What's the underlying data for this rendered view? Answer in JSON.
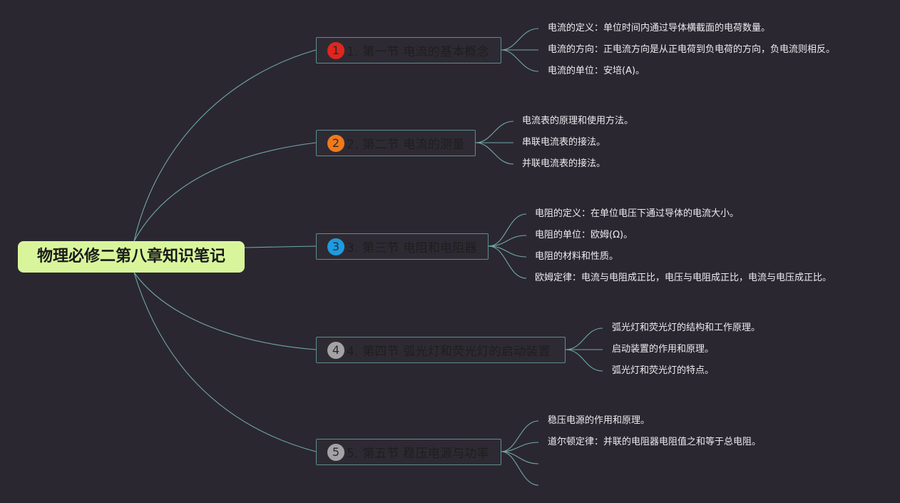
{
  "colors": {
    "background": "#2b2731",
    "root_fill": "#d9f59c",
    "connector": "#6fa9a6",
    "topic_border": "#5b8f8d"
  },
  "root": {
    "label": "物理必修二第八章知识笔记"
  },
  "topics": [
    {
      "badge": "1",
      "badge_color": "#e0261d",
      "label": "1. 第一节 电流的基本概念",
      "leaves": [
        "电流的定义：单位时间内通过导体横截面的电荷数量。",
        "电流的方向：正电流方向是从正电荷到负电荷的方向，负电流则相反。",
        "电流的单位：安培(A)。"
      ]
    },
    {
      "badge": "2",
      "badge_color": "#ef7a1b",
      "label": "2. 第二节 电流的测量",
      "leaves": [
        "电流表的原理和使用方法。",
        "串联电流表的接法。",
        "并联电流表的接法。"
      ]
    },
    {
      "badge": "3",
      "badge_color": "#1e9be0",
      "label": "3. 第三节 电阻和电阻器",
      "leaves": [
        "电阻的定义：在单位电压下通过导体的电流大小。",
        "电阻的单位：欧姆(Ω)。",
        "电阻的材料和性质。",
        "欧姆定律：电流与电阻成正比，电压与电阻成正比，电流与电压成正比。"
      ]
    },
    {
      "badge": "4",
      "badge_color": "#a3a3a6",
      "label": "4. 第四节 弧光灯和荧光灯的启动装置",
      "leaves": [
        "弧光灯和荧光灯的结构和工作原理。",
        "启动装置的作用和原理。",
        "弧光灯和荧光灯的特点。"
      ]
    },
    {
      "badge": "5",
      "badge_color": "#a3a3a6",
      "label": "5. 第五节 稳压电源与功率",
      "leaves": [
        "稳压电源的作用和原理。",
        "道尔顿定律：并联的电阻器电阻值之和等于总电阻。",
        "",
        ""
      ]
    }
  ]
}
